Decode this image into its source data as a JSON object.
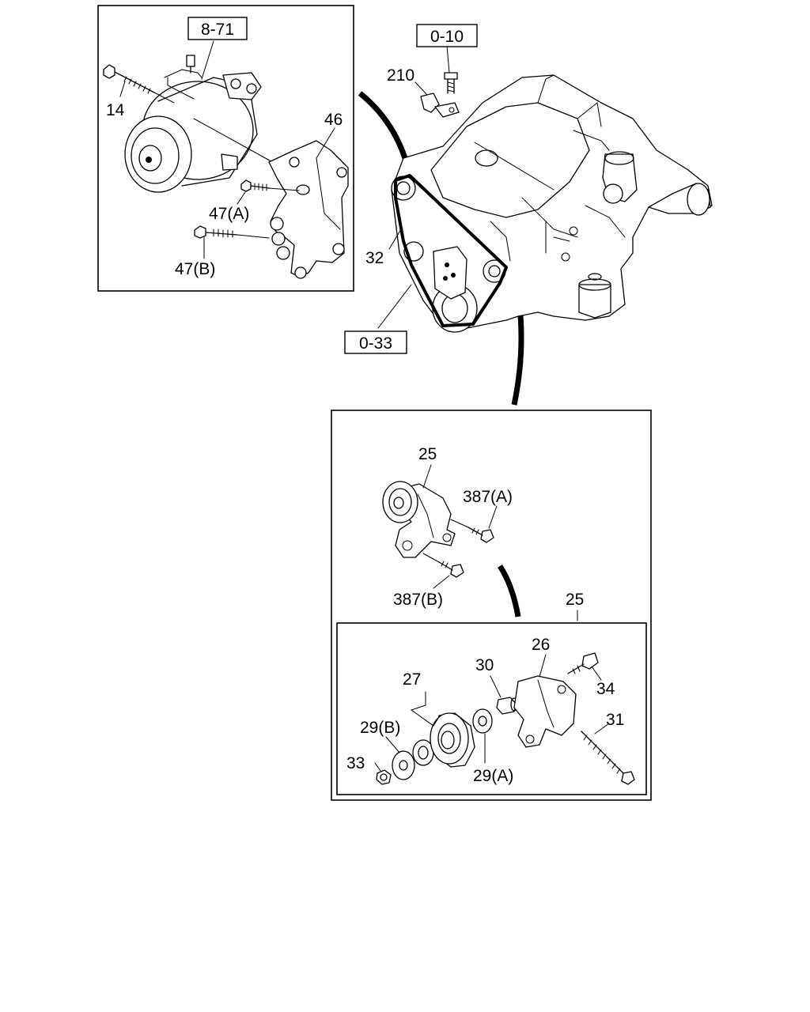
{
  "labels": {
    "ref_8_71": "8-71",
    "ref_0_10": "0-10",
    "ref_0_33": "0-33",
    "p14": "14",
    "p46": "46",
    "p47a": "47(A)",
    "p47b": "47(B)",
    "p210": "210",
    "p32": "32",
    "p25_top": "25",
    "p387a": "387(A)",
    "p387b": "387(B)",
    "p25_detail": "25",
    "p26": "26",
    "p27": "27",
    "p30": "30",
    "p34": "34",
    "p31": "31",
    "p29b": "29(B)",
    "p29a": "29(A)",
    "p33": "33"
  }
}
